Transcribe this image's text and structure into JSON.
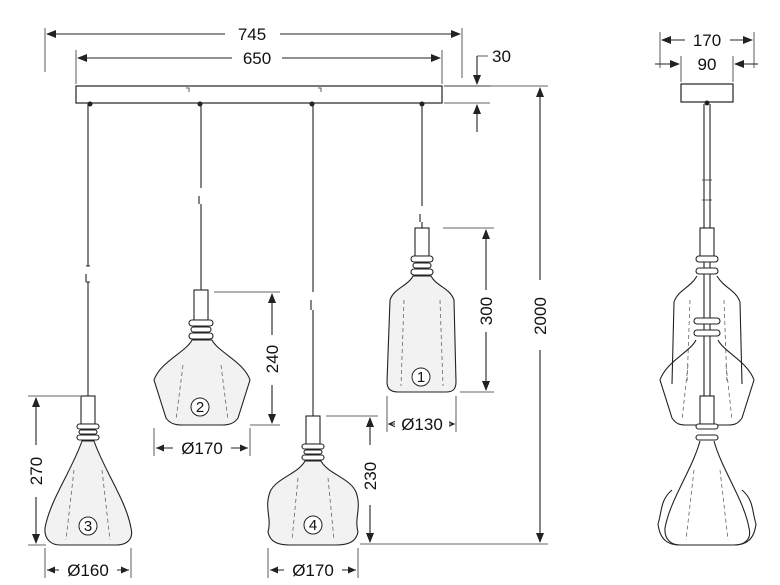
{
  "dimensions": {
    "canopy_total_width": "745",
    "canopy_bar_length": "650",
    "canopy_height": "30",
    "overall_height": "2000",
    "side_width_outer": "170",
    "side_width_inner": "90",
    "shade1_height": "300",
    "shade1_diameter": "Ø130",
    "shade2_height": "240",
    "shade2_diameter": "Ø170",
    "shade3_height": "270",
    "shade3_diameter": "Ø160",
    "shade4_height": "230",
    "shade4_diameter": "Ø170"
  },
  "shade_numbers": [
    "1",
    "2",
    "3",
    "4"
  ]
}
